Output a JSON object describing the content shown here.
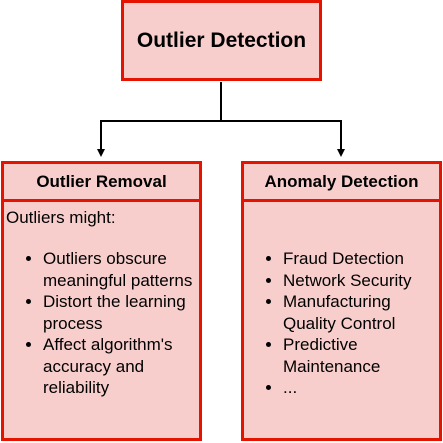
{
  "root": {
    "title": "Outlier Detection"
  },
  "branches": [
    {
      "header": "Outlier Removal",
      "intro": "Outliers might:",
      "items": [
        "Outliers obscure meaningful patterns",
        "Distort the learning process",
        "Affect algorithm's accuracy and reliability"
      ]
    },
    {
      "header": "Anomaly Detection",
      "items": [
        "Fraud Detection",
        "Network Security",
        "Manufacturing Quality Control",
        "Predictive Maintenance",
        "..."
      ]
    }
  ],
  "colors": {
    "fill": "#f8cecc",
    "stroke": "#e51400",
    "connector": "#000000"
  }
}
